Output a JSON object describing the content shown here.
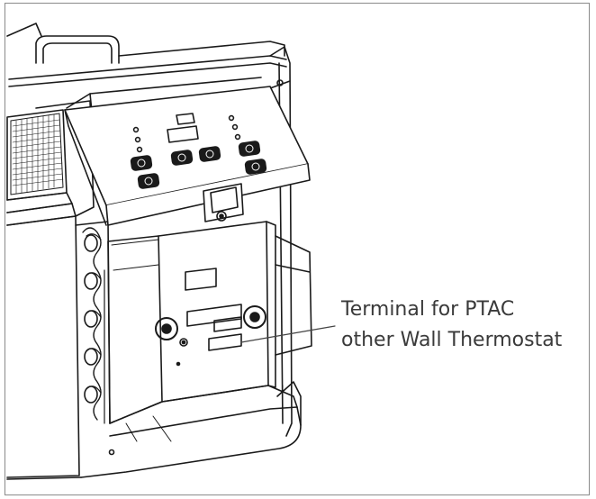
{
  "figure": {
    "subject": "PTAC unit with front panel removed, showing control box",
    "callout": {
      "line1": "Terminal for PTAC",
      "line2": "other Wall Thermostat"
    },
    "colors": {
      "line": "#1a1a1a",
      "text": "#3a3a3a",
      "border": "#8a8a8a",
      "fill": "#ffffff"
    }
  }
}
